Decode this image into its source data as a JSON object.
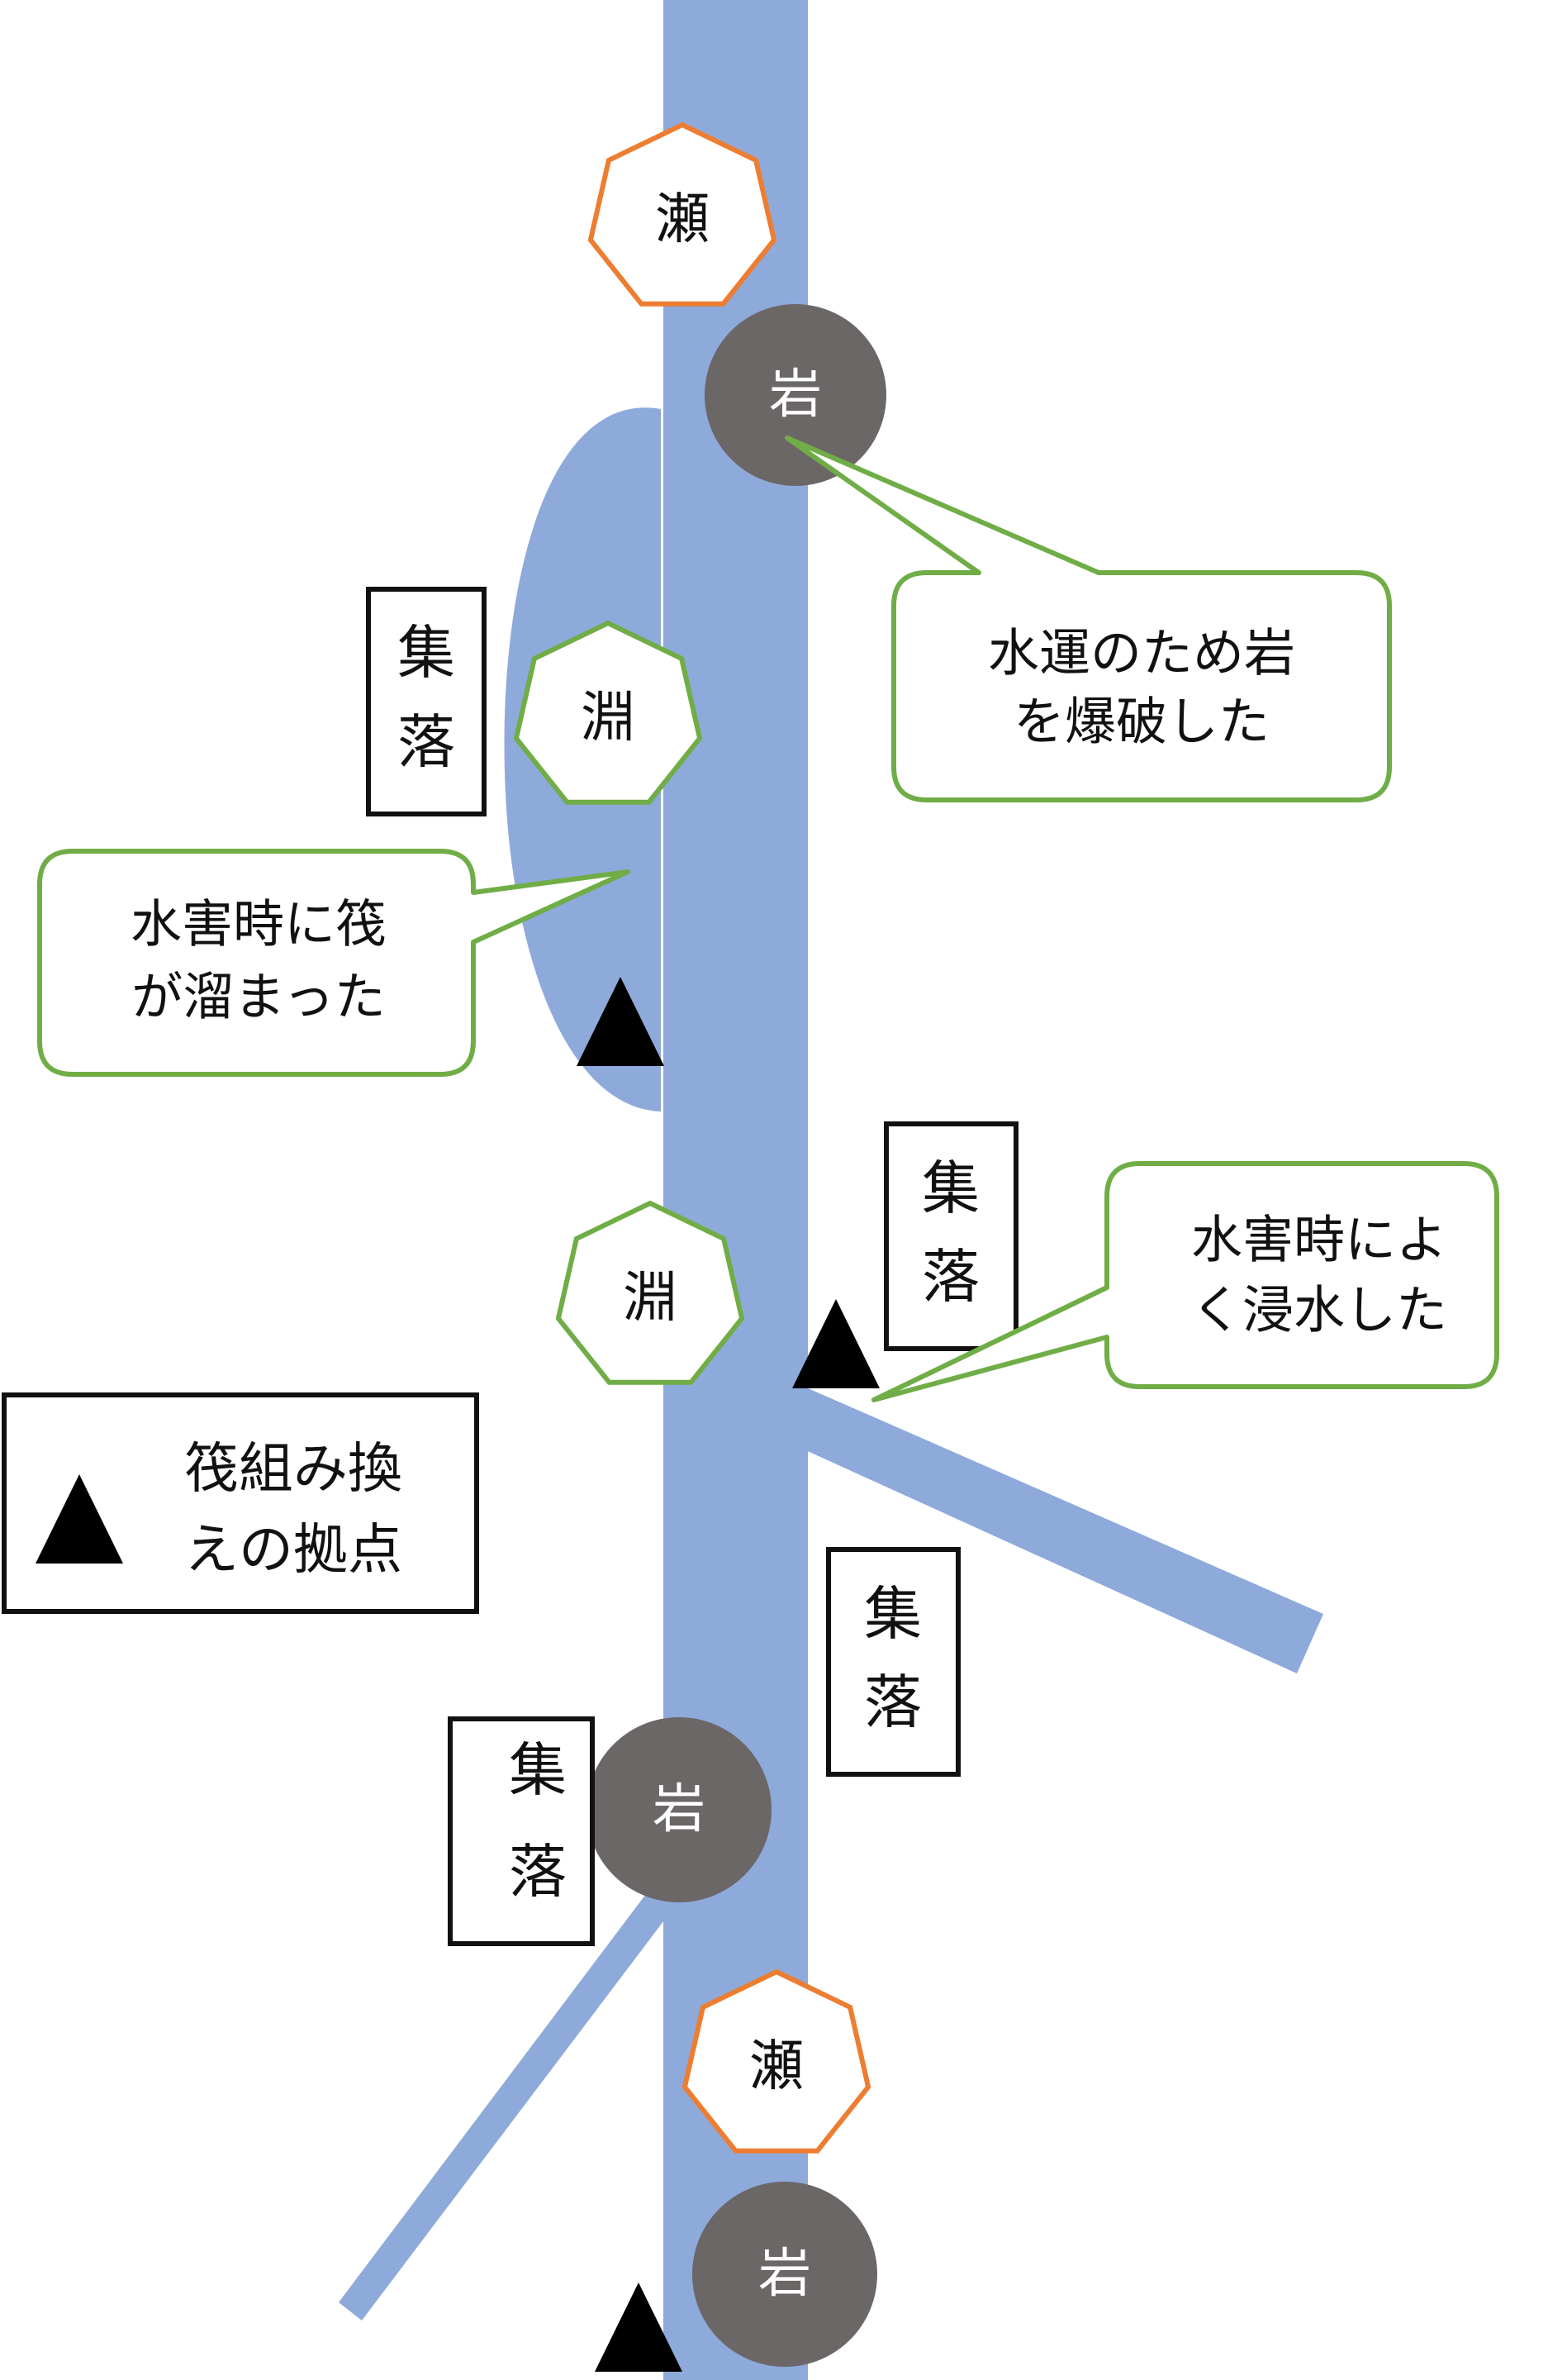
{
  "colors": {
    "river": "#8EAADB",
    "rock": "#6B6766",
    "rapids_stroke": "#ED7D31",
    "deep_pool_stroke": "#70AD47",
    "callout_stroke": "#70AD47",
    "box_stroke": "#111111",
    "raft_point": "#000000"
  },
  "features": {
    "rapids_top": "瀬",
    "rock_top": "岩",
    "deep_pool_upper": "淵",
    "deep_pool_lower": "淵",
    "rock_middle": "岩",
    "rapids_bottom": "瀬",
    "rock_bottom": "岩"
  },
  "settlements": {
    "upper_left": [
      "集",
      "落"
    ],
    "middle_right": [
      "集",
      "落"
    ],
    "lower_right": [
      "集",
      "落"
    ],
    "lower_left": [
      "集",
      "落"
    ]
  },
  "callouts": {
    "blasting": [
      "水運のため岩",
      "を爆破した"
    ],
    "rafts_piled": [
      "水害時に筏",
      "が溜まった"
    ],
    "flooding": [
      "水害時によ",
      "く浸水した"
    ]
  },
  "legend": {
    "icon": "triangle-icon",
    "label": [
      "筏組み換",
      "えの拠点"
    ]
  }
}
